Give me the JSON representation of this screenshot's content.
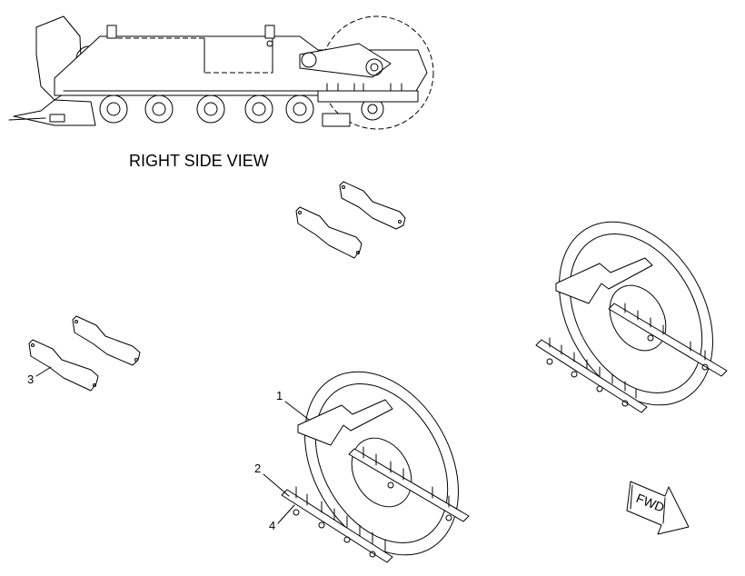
{
  "view_title": "RIGHT SIDE VIEW",
  "callouts": {
    "c1": "1",
    "c2": "2",
    "c3": "3",
    "c4": "4"
  },
  "fwd_label": "FWD"
}
